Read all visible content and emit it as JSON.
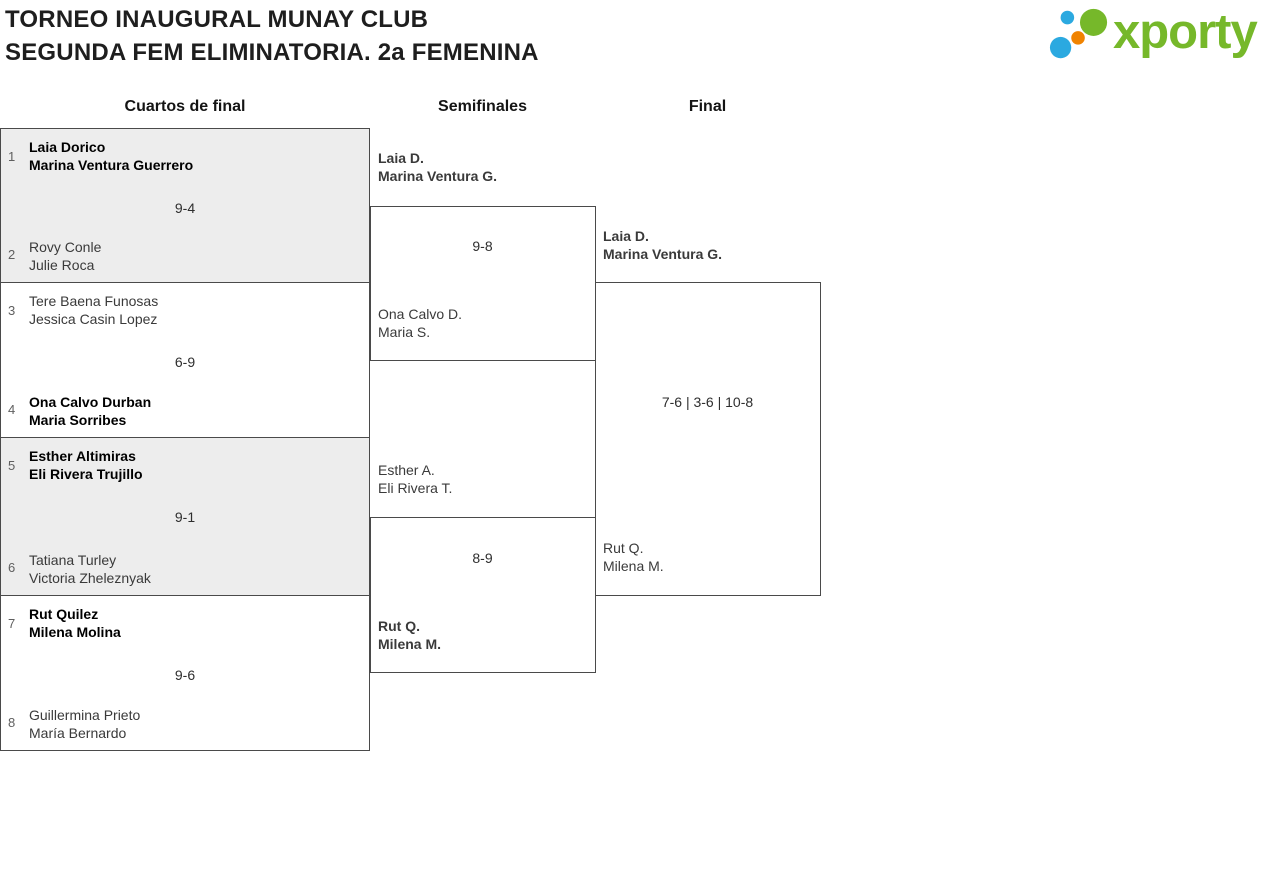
{
  "header": {
    "title_line1": "TORNEO INAUGURAL MUNAY CLUB",
    "title_line2": "SEGUNDA FEM ELIMINATORIA. 2a FEMENINA"
  },
  "logo": {
    "brand": "xporty",
    "colors": {
      "green": "#76B82A",
      "blue": "#2BA9E0",
      "orange": "#F08300"
    }
  },
  "rounds": {
    "qf_label": "Cuartos de final",
    "sf_label": "Semifinales",
    "final_label": "Final"
  },
  "qf": [
    {
      "seed_top": "1",
      "top1": "Laia Dorico",
      "top2": "Marina Ventura Guerrero",
      "score": "9-4",
      "winner": "top",
      "seed_bottom": "2",
      "bottom1": "Rovy Conle",
      "bottom2": "Julie Roca"
    },
    {
      "seed_top": "3",
      "top1": "Tere Baena Funosas",
      "top2": "Jessica Casin Lopez",
      "score": "6-9",
      "winner": "bottom",
      "seed_bottom": "4",
      "bottom1": "Ona Calvo Durban",
      "bottom2": "Maria Sorribes"
    },
    {
      "seed_top": "5",
      "top1": "Esther Altimiras",
      "top2": "Eli Rivera Trujillo",
      "score": "9-1",
      "winner": "top",
      "seed_bottom": "6",
      "bottom1": "Tatiana Turley",
      "bottom2": "Victoria Zheleznyak"
    },
    {
      "seed_top": "7",
      "top1": "Rut Quilez",
      "top2": "Milena Molina",
      "score": "9-6",
      "winner": "top",
      "seed_bottom": "8",
      "bottom1": "Guillermina Prieto",
      "bottom2": "María Bernardo"
    }
  ],
  "sf": [
    {
      "top1": "Laia D.",
      "top2": "Marina Ventura G.",
      "score": "9-8",
      "winner": "top",
      "bottom1": "Ona Calvo D.",
      "bottom2": "Maria S."
    },
    {
      "top1": "Esther A.",
      "top2": "Eli Rivera T.",
      "score": "8-9",
      "winner": "bottom",
      "bottom1": "Rut Q.",
      "bottom2": "Milena M."
    }
  ],
  "final": {
    "top1": "Laia D.",
    "top2": "Marina Ventura G.",
    "score": "7-6 | 3-6 | 10-8",
    "winner": "top",
    "bottom1": "Rut Q.",
    "bottom2": "Milena M."
  }
}
